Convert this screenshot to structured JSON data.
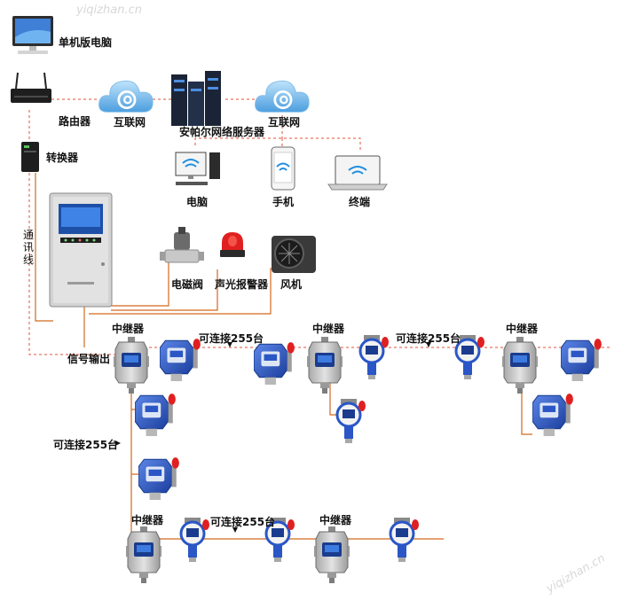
{
  "labels": {
    "computer_standalone": "单机版电脑",
    "router": "路由器",
    "internet_left": "互联网",
    "server": "安帕尔网络服务器",
    "internet_right": "互联网",
    "converter": "转换器",
    "comm_line": "通讯线",
    "pc": "电脑",
    "phone": "手机",
    "terminal": "终端",
    "solenoid_valve": "电磁阀",
    "alarm": "声光报警器",
    "fan": "风机",
    "signal_output": "信号输出",
    "repeater_1": "中继器",
    "repeater_2": "中继器",
    "repeater_3": "中继器",
    "repeater_4": "中继器",
    "repeater_5": "中继器",
    "connect_255_a": "可连接255台",
    "connect_255_b": "可连接255台",
    "connect_255_c": "可连接255台",
    "connect_255_d": "可连接255台",
    "watermark_top": "yiqizhan.cn",
    "watermark_bottom": "yiqizhan.cn"
  },
  "colors": {
    "dashed_link": "#e0513a",
    "bus_line": "#d2691e",
    "detector_blue": "#2a56c6",
    "alarm_red": "#e02020",
    "cloud_blue": "#5aa8e6",
    "controller_grey": "#c9c9c9"
  }
}
